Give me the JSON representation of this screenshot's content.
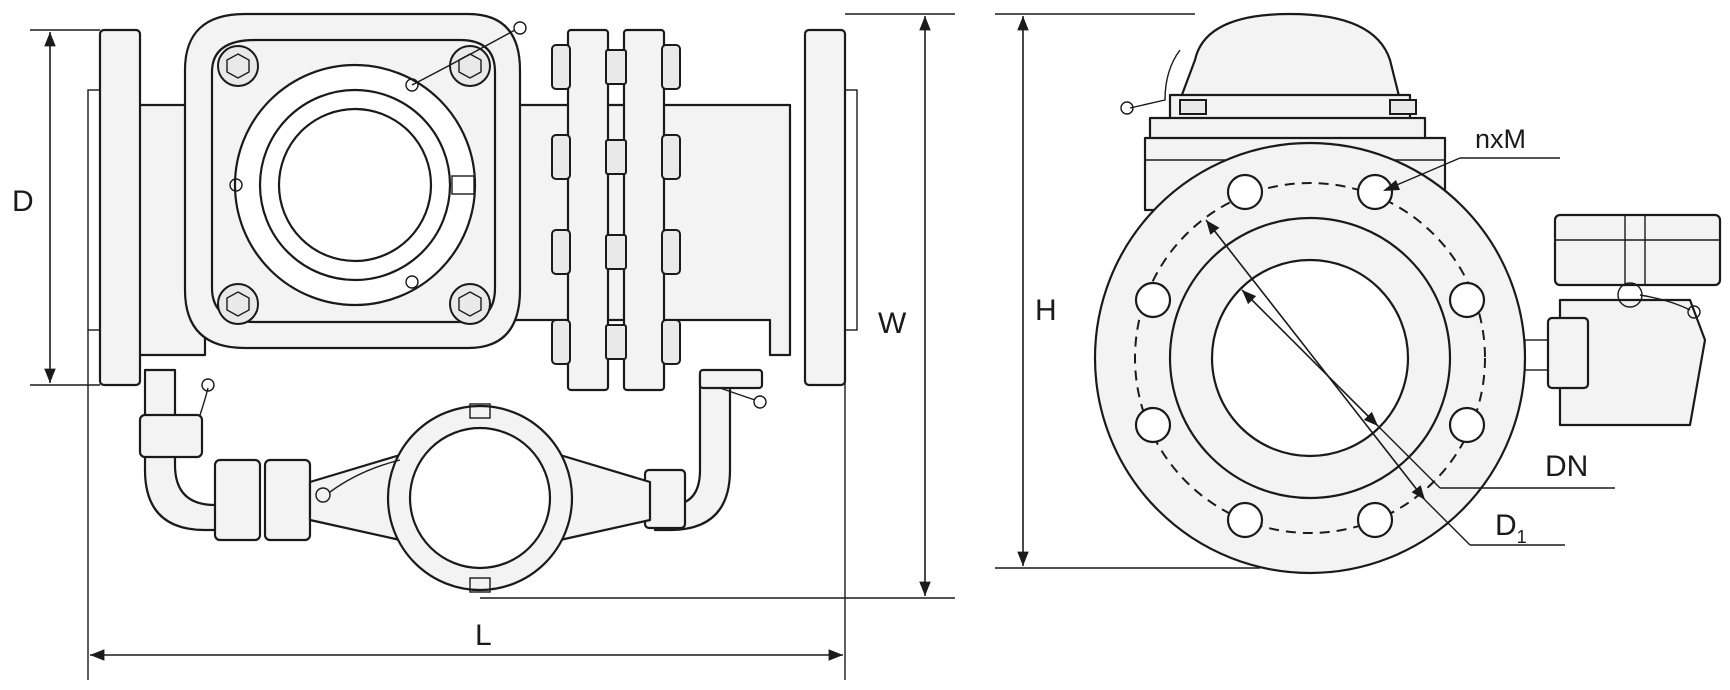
{
  "labels": {
    "D": "D",
    "W": "W",
    "L": "L",
    "H": "H",
    "nxM": "nxM",
    "DN": "DN",
    "D1_main": "D",
    "D1_sub": "1"
  }
}
